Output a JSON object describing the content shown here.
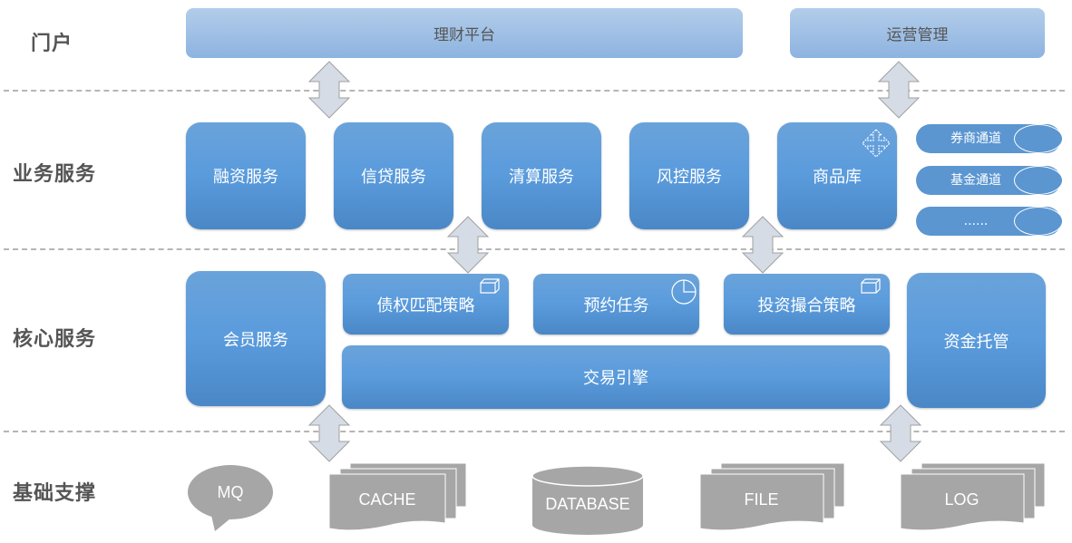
{
  "layers": {
    "portal": "门户",
    "business": "业务服务",
    "core": "核心服务",
    "infrastructure": "基础支撑"
  },
  "portal": {
    "finance_platform": "理财平台",
    "operations": "运营管理"
  },
  "business_services": [
    "融资服务",
    "信贷服务",
    "清算服务",
    "风控服务",
    "商品库"
  ],
  "channels": [
    "券商通道",
    "基金通道",
    "......"
  ],
  "core_services": {
    "member": "会员服务",
    "debt_matching": "债权匹配策略",
    "reservation": "预约任务",
    "investment_matching": "投资撮合策略",
    "trading_engine": "交易引擎",
    "custody": "资金托管"
  },
  "infrastructure": {
    "mq": "MQ",
    "cache": "CACHE",
    "database": "DATABASE",
    "file": "FILE",
    "log": "LOG"
  },
  "colors": {
    "service_blue": "#5a9bdc",
    "portal_blue": "#a3c1e6",
    "infra_gray": "#a6a6a6",
    "arrow_fill": "#d5dce6",
    "label_gray": "#555555"
  }
}
